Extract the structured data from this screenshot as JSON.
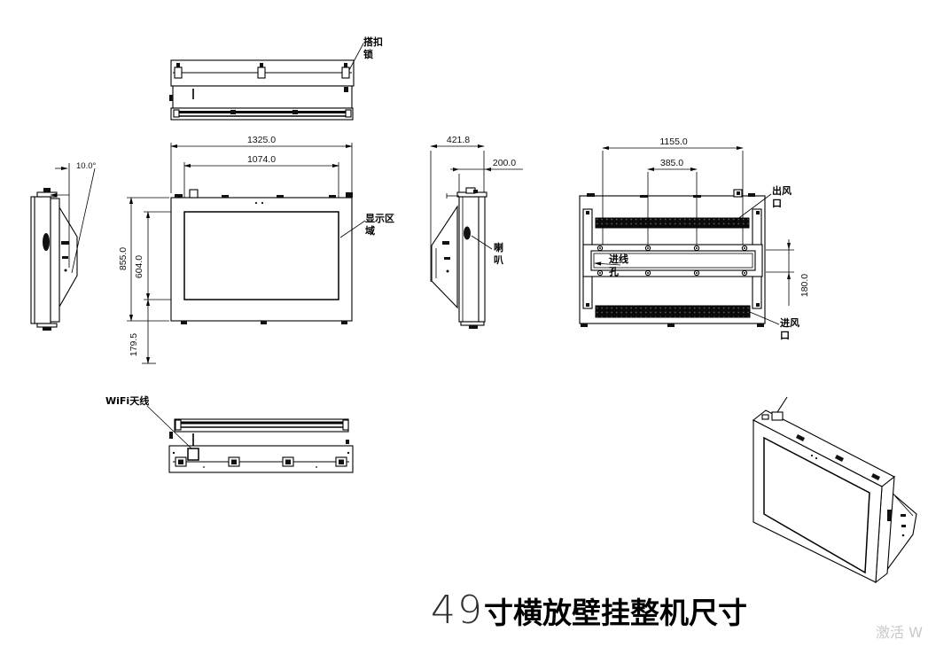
{
  "title": {
    "size_number": "49",
    "size_text": "寸横放壁挂整机尺寸"
  },
  "watermark": {
    "text": "激活 W"
  },
  "colors": {
    "line": "#000000",
    "background": "#ffffff",
    "watermark": "#c9c9c9"
  },
  "annotations": {
    "buckle_lock": {
      "line1": "搭扣",
      "line2": "锁"
    },
    "display_area": {
      "line1": "显示区",
      "line2": "域"
    },
    "speaker": {
      "line1": "喇",
      "line2": "叭"
    },
    "air_outlet": {
      "line1": "出风",
      "line2": "口"
    },
    "cable_entry_hole": {
      "line1": "进线",
      "line2": "孔"
    },
    "air_inlet": {
      "line1": "进风",
      "line2": "口"
    },
    "wifi_antenna": {
      "text": "WiFi天线"
    },
    "tilt_angle": {
      "text": "10.0°"
    }
  },
  "dimensions": {
    "overall_width": "1325.0",
    "display_width": "1074.0",
    "overall_height": "855.0",
    "display_height": "604.0",
    "bottom_offset": "179.5",
    "total_depth": "421.8",
    "body_depth": "200.0",
    "mount_width_outer": "1155.0",
    "mount_width_inner": "385.0",
    "mount_plate_height": "180.0"
  }
}
